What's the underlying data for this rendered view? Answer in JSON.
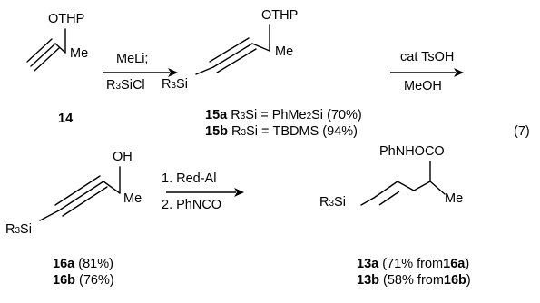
{
  "compounds": {
    "c14": {
      "label": "14",
      "substituent_top": "OTHP",
      "substituent_right": "Me"
    },
    "c15": {
      "substituent_top": "OTHP",
      "substituent_right": "Me",
      "silyl": "R3Si",
      "lines": [
        {
          "id": "15a",
          "r": "R3Si = PhMe2Si",
          "yield": "(70%)"
        },
        {
          "id": "15b",
          "r": "R3Si = TBDMS",
          "yield": "(94%)"
        }
      ]
    },
    "c16": {
      "substituent_top": "OH",
      "substituent_right": "Me",
      "silyl": "R3Si",
      "lines": [
        {
          "id": "16a",
          "yield": "(81%)"
        },
        {
          "id": "16b",
          "yield": "(76%)"
        }
      ]
    },
    "c13": {
      "substituent_top": "PhNHOCO",
      "substituent_right": "Me",
      "silyl": "R3Si",
      "lines": [
        {
          "id": "13a",
          "pre": "(71% from",
          "ref": "16a",
          "post": ")"
        },
        {
          "id": "13b",
          "pre": "(58% from",
          "ref": "16b",
          "post": ")"
        }
      ]
    }
  },
  "reactions": {
    "r1": {
      "above": "MeLi;",
      "below": "R3SiCl"
    },
    "r2": {
      "above": "cat TsOH",
      "below": "MeOH"
    },
    "r3": {
      "step1": "1.  Red-Al",
      "step2": "2.  PhNCO"
    }
  },
  "equation_number": "(7)"
}
